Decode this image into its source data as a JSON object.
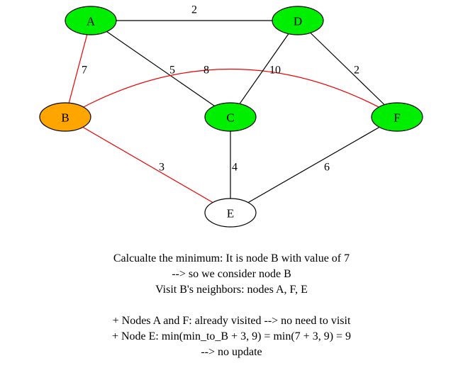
{
  "colors": {
    "visited": "#00ee00",
    "current": "#ffa500",
    "unvisited": "#ffffff",
    "edge_default": "#000000",
    "edge_highlight": "#ee0000"
  },
  "graph": {
    "nodes": [
      {
        "id": "A",
        "label": "A",
        "state": "visited"
      },
      {
        "id": "D",
        "label": "D",
        "state": "visited"
      },
      {
        "id": "B",
        "label": "B",
        "state": "current"
      },
      {
        "id": "C",
        "label": "C",
        "state": "visited"
      },
      {
        "id": "F",
        "label": "F",
        "state": "visited"
      },
      {
        "id": "E",
        "label": "E",
        "state": "unvisited"
      }
    ],
    "edges": [
      {
        "id": "A-D",
        "from": "A",
        "to": "D",
        "weight": "2",
        "highlight": false
      },
      {
        "id": "A-B",
        "from": "A",
        "to": "B",
        "weight": "7",
        "highlight": true
      },
      {
        "id": "A-C",
        "from": "A",
        "to": "C",
        "weight": "5",
        "highlight": false
      },
      {
        "id": "B-F",
        "from": "B",
        "to": "F",
        "weight": "8",
        "highlight": true
      },
      {
        "id": "D-C",
        "from": "D",
        "to": "C",
        "weight": "10",
        "highlight": false
      },
      {
        "id": "D-F",
        "from": "D",
        "to": "F",
        "weight": "2",
        "highlight": false
      },
      {
        "id": "B-E",
        "from": "B",
        "to": "E",
        "weight": "3",
        "highlight": true
      },
      {
        "id": "C-E",
        "from": "C",
        "to": "E",
        "weight": "4",
        "highlight": false
      },
      {
        "id": "F-E",
        "from": "F",
        "to": "E",
        "weight": "6",
        "highlight": false
      }
    ]
  },
  "caption": {
    "lines": [
      "Calcualte the minimum: It is node B with value of 7",
      "--> so we consider node B",
      "Visit B's neighbors: nodes A, F, E",
      "",
      "+ Nodes A and F: already visited --> no need to visit",
      "+ Node E: min(min_to_B + 3, 9) = min(7 + 3, 9) = 9",
      "--> no update"
    ]
  }
}
